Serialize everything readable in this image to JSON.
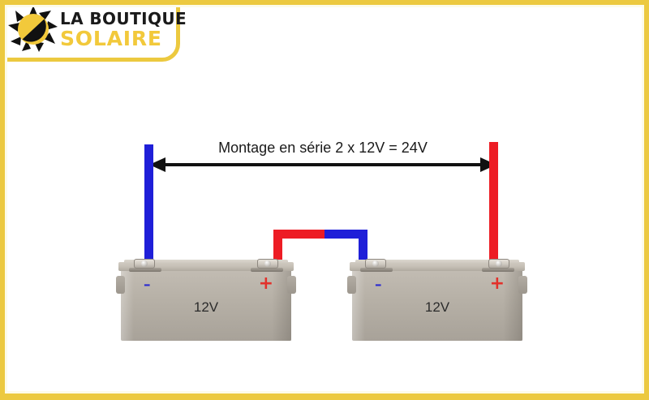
{
  "logo": {
    "line1": "LA BOUTIQUE",
    "line2": "SOLAIRE",
    "icon": "sun-icon",
    "text_color": "#1a1a1a",
    "accent_color": "#f2c93b"
  },
  "frame": {
    "border_color": "#ecc93f",
    "background": "#ffffff"
  },
  "diagram": {
    "annotation": {
      "label": "Montage en série 2 x 12V = 24V",
      "arrow": "double-headed-arrow",
      "color": "#1a1a1a"
    },
    "cables": [
      {
        "name": "left-negative-lead",
        "color": "#1f1fd8",
        "polarity": "negative",
        "orientation": "vertical"
      },
      {
        "name": "series-link-red-half",
        "color": "#ed1c24",
        "polarity": "positive",
        "orientation": "horizontal"
      },
      {
        "name": "series-link-blue-half",
        "color": "#1f1fd8",
        "polarity": "negative",
        "orientation": "horizontal"
      },
      {
        "name": "right-positive-lead",
        "color": "#ed1c24",
        "polarity": "positive",
        "orientation": "vertical"
      }
    ],
    "batteries": [
      {
        "name": "battery-left",
        "voltage": "12V",
        "minus": "–",
        "plus": "+",
        "minus_color": "#2a2ad0",
        "plus_color": "#e2312b",
        "body_color": "#b7b1a7"
      },
      {
        "name": "battery-right",
        "voltage": "12V",
        "minus": "–",
        "plus": "+",
        "minus_color": "#2a2ad0",
        "plus_color": "#e2312b",
        "body_color": "#b7b1a7"
      }
    ]
  }
}
